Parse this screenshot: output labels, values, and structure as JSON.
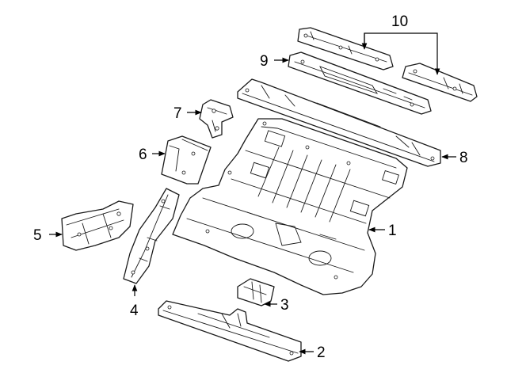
{
  "diagram": {
    "callouts": [
      {
        "label": "1",
        "part": "floor-pan"
      },
      {
        "label": "2",
        "part": "rear-sill-crossmember"
      },
      {
        "label": "3",
        "part": "small-bracket"
      },
      {
        "label": "4",
        "part": "side-rail-left"
      },
      {
        "label": "5",
        "part": "wheelhouse-extension"
      },
      {
        "label": "6",
        "part": "corner-bracket"
      },
      {
        "label": "7",
        "part": "upper-bracket"
      },
      {
        "label": "8",
        "part": "front-crossmember"
      },
      {
        "label": "9",
        "part": "center-crossmember"
      },
      {
        "label": "10",
        "part": "reinforcement-brackets"
      }
    ]
  }
}
